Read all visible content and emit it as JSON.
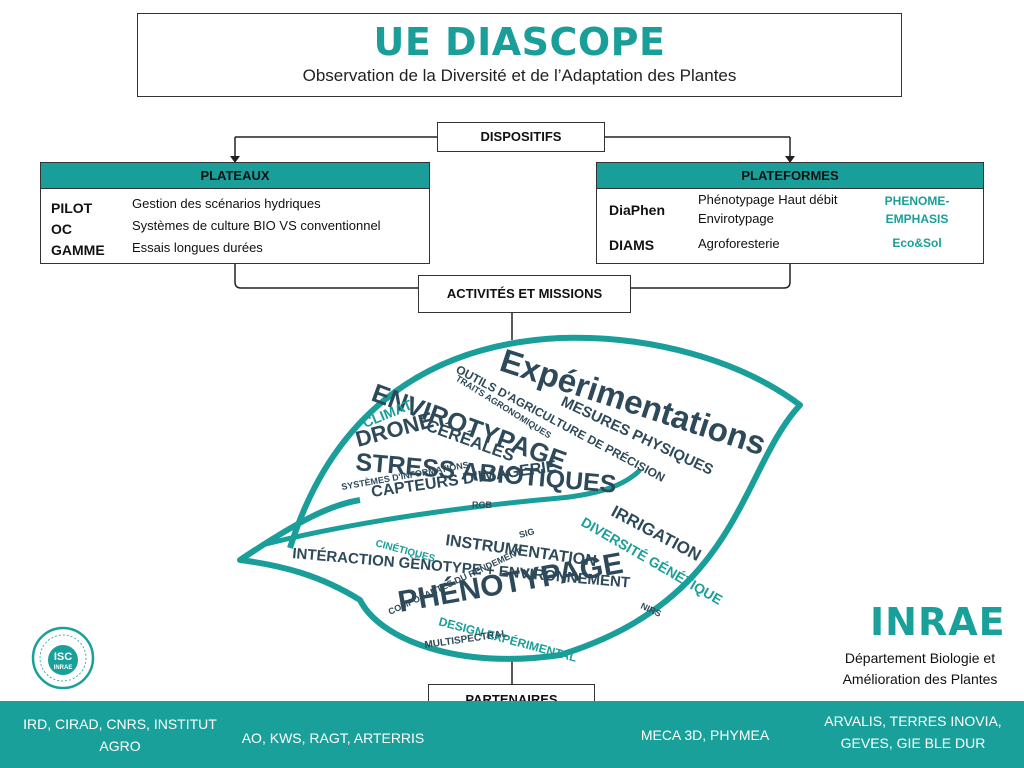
{
  "header": {
    "title": "UE DIASCOPE",
    "subtitle": "Observation de la Diversité et de l’Adaptation des Plantes"
  },
  "dispositifs": "DISPOSITIFS",
  "plateaux": {
    "title": "PLATEAUX",
    "codes": [
      "PILOT",
      "OC",
      "GAMME"
    ],
    "items": [
      "Gestion des scénarios hydriques",
      "Systèmes de culture BIO VS conventionnel",
      "Essais longues durées"
    ]
  },
  "plateformes": {
    "title": "PLATEFORMES",
    "codes": [
      "DiaPhen",
      "DIAMS"
    ],
    "items": [
      "Phénotypage Haut débit",
      "Envirotypage",
      "Agroforesterie"
    ],
    "partners": [
      "PHENOME-",
      "EMPHASIS",
      "Eco&Sol"
    ]
  },
  "activites": "ACTIVITÉS ET MISSIONS",
  "wordcloud": {
    "words": [
      "Expérimentations",
      "ENVIROTYPAGE",
      "STRESS ABIOTIQUES",
      "DRONE",
      "CÉRÉALES",
      "CAPTEURS D'IMAGERIE",
      "MESURES PHYSIQUES",
      "OUTILS D'AGRICULTURE DE PRÉCISION",
      "PHÉNOTYPAGE",
      "CLIMAT",
      "IRRIGATION",
      "DIVERSITÉ GÉNÉTIQUE",
      "INSTRUMENTATION",
      "INTÉRACTION GÉNOTYPE + ENVIRONNEMENT",
      "DESIGN EXPÉRIMENTAL",
      "COMPOSANTES DU RENDEMENT",
      "MULTISPECTRAL",
      "TRAITS AGRONOMIQUES",
      "SYSTÈMES D'INFORMATIONS",
      "RGB",
      "SIG",
      "NIRS",
      "CINÉTIQUES"
    ]
  },
  "partenaires": "PARTENAIRES",
  "footer": {
    "col1": [
      "IRD, CIRAD, CNRS, INSTITUT",
      "AGRO"
    ],
    "col2": "AO, KWS, RAGT, ARTERRIS",
    "col3": "MECA 3D, PHYMEA",
    "col4": [
      "ARVALIS, TERRES INOVIA,",
      "GEVES, GIE BLE DUR"
    ]
  },
  "logos": {
    "isc": "ISC",
    "isc_sub": "INRAE",
    "inrae": "INRAE",
    "department": [
      "Département Biologie et",
      "Amélioration des Plantes"
    ]
  },
  "colors": {
    "teal": "#1a9e9a",
    "dark": "#2e4a5a"
  }
}
